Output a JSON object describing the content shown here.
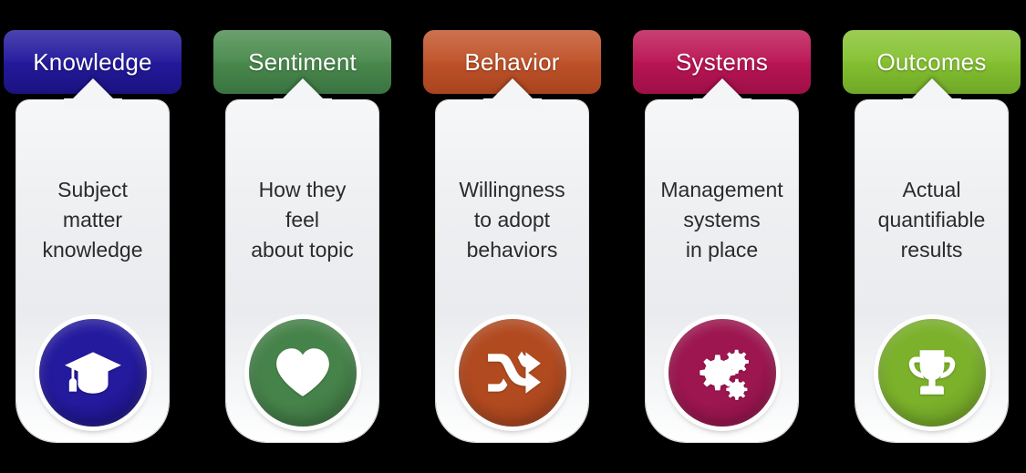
{
  "diagram": {
    "background_color": "#000000",
    "card_body_color": "#eef0f2",
    "card_text_color": "#2b2b2b",
    "columns": [
      {
        "id": "knowledge",
        "header_label": "Knowledge",
        "header_color": "#241a9e",
        "header_color_dark": "#1b1280",
        "body_text": "Subject\nmatter\nknowledge",
        "body_lines": [
          "Subject",
          "matter",
          "knowledge"
        ],
        "icon_name": "graduation-cap-icon",
        "icon_circle_color": "#241a9e",
        "icon_circle_color_dark": "#16106b"
      },
      {
        "id": "sentiment",
        "header_label": "Sentiment",
        "header_color": "#4b8b4e",
        "header_color_dark": "#3a7340",
        "body_text": "How they\nfeel\nabout topic",
        "body_lines": [
          "How they",
          "feel",
          "about topic"
        ],
        "icon_name": "heart-icon",
        "icon_circle_color": "#46834a",
        "icon_circle_color_dark": "#356538"
      },
      {
        "id": "behavior",
        "header_label": "Behavior",
        "header_color": "#c0532a",
        "header_color_dark": "#a8441f",
        "body_text": "Willingness\nto adopt\nbehaviors",
        "body_lines": [
          "Willingness",
          "to adopt",
          "behaviors"
        ],
        "icon_name": "shuffle-arrows-icon",
        "icon_circle_color": "#b24a20",
        "icon_circle_color_dark": "#933b18"
      },
      {
        "id": "systems",
        "header_label": "Systems",
        "header_color": "#bc1655",
        "header_color_dark": "#9e0f47",
        "body_text": "Management\nsystems\nin place",
        "body_lines": [
          "Management",
          "systems",
          "in place"
        ],
        "icon_name": "gears-icon",
        "icon_circle_color": "#9d1650",
        "icon_circle_color_dark": "#801040"
      },
      {
        "id": "outcomes",
        "header_label": "Outcomes",
        "header_color": "#86c232",
        "header_color_dark": "#6fa827",
        "body_text": "Actual\nquantifiable\nresults",
        "body_lines": [
          "Actual",
          "quantifiable",
          "results"
        ],
        "icon_name": "trophy-icon",
        "icon_circle_color": "#7bb12b",
        "icon_circle_color_dark": "#639021"
      }
    ]
  }
}
